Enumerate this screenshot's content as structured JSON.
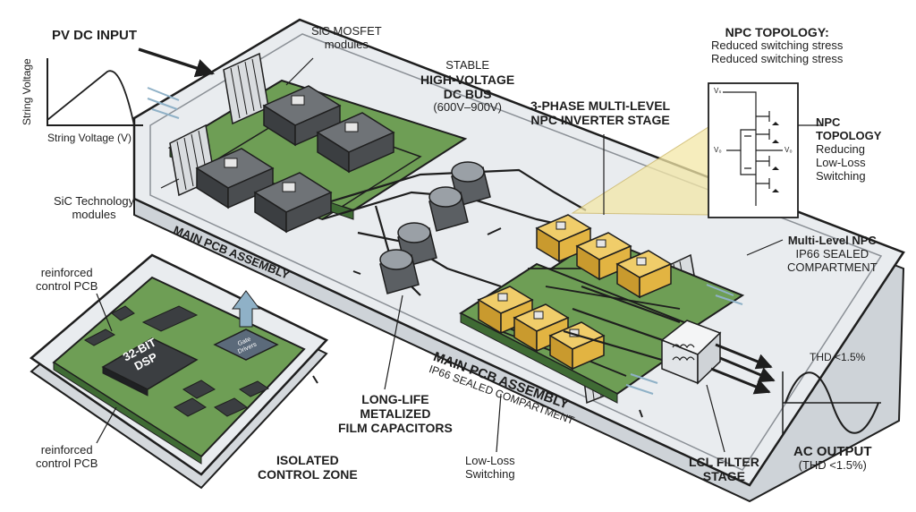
{
  "pv_input": {
    "title": "PV DC INPUT",
    "y_axis_label": "String Voltage",
    "x_axis_label": "String Voltage (V)"
  },
  "sic_mosfet": {
    "line1": "SiC MOSFET",
    "line2": "modules"
  },
  "sic_technology": {
    "line1": "SiC Technology",
    "line2": "modules"
  },
  "dc_bus": {
    "line1": "STABLE",
    "line2": "HIGH-VOLTAGE",
    "line3": "DC BUS",
    "line4": "(600V–900V)"
  },
  "inverter_stage": {
    "line1": "3-PHASE MULTI-LEVEL",
    "line2": "NPC INVERTER STAGE"
  },
  "npc_topology_header": {
    "title": "NPC TOPOLOGY:",
    "line1": "Reduced switching stress",
    "line2": "Reduced switching stress"
  },
  "npc_topology_side": {
    "line1": "NPC",
    "line2": "TOPOLOGY",
    "line3": "Reducing",
    "line4": "Low-Loss",
    "line5": "Switching"
  },
  "schematic": {
    "vs": "Vₛ",
    "vo_in": "V₀",
    "vo_out": "V₀"
  },
  "multi_level": {
    "line1": "Multi-Level NPC",
    "line2": "IP66 SEALED",
    "line3": "COMPARTMENT"
  },
  "main_pcb_top": "MAIN PCB ASSEMBLY",
  "main_pcb_bottom": {
    "line1": "MAIN PCB ASSEMBLY",
    "line2": "IP66 SEALED COMPARTMENT"
  },
  "control_pcb_top": {
    "line1": "reinforced",
    "line2": "control PCB"
  },
  "control_pcb_bottom": {
    "line1": "reinforced",
    "line2": "control PCB"
  },
  "dsp_chip": {
    "line1": "32-BIT",
    "line2": "DSP"
  },
  "gate_chip": {
    "line1": "Gate",
    "line2": "Drivers"
  },
  "isolated_zone": {
    "line1": "ISOLATED",
    "line2": "CONTROL ZONE"
  },
  "film_caps": {
    "line1": "LONG-LIFE",
    "line2": "METALIZED",
    "line3": "FILM CAPACITORS"
  },
  "low_loss": {
    "line1": "Low-Loss",
    "line2": "Switching"
  },
  "lcl_filter": {
    "line1": "LCL FILTER",
    "line2": "STAGE"
  },
  "thd_top": "THD <1.5%",
  "ac_output": {
    "title": "AC OUTPUT",
    "sub": "(THD <1.5%)"
  },
  "colors": {
    "pcb_green": "#6e9e55",
    "pcb_dark": "#3f6b34",
    "chassis": "#e9ecef",
    "outline": "#1e1e1e",
    "module": "#4a4d50",
    "npc_module": "#e2b442",
    "capacitor": "#5b5f63",
    "highlight": "#f3e7a8"
  }
}
